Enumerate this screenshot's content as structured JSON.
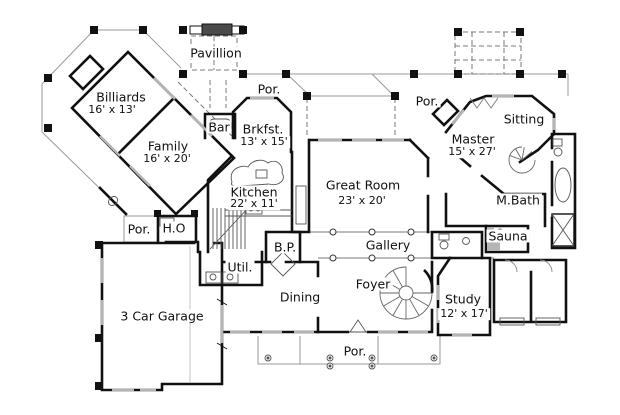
{
  "drawing": {
    "type": "residential first-floor plan",
    "colors": {
      "wall": "#111111",
      "porch_line": "#9a9a9a",
      "dashed_line": "#787878",
      "window": "#b5b5b5",
      "shade": "#b5b5b5",
      "text": "#111111",
      "background": "#ffffff"
    }
  },
  "rooms": {
    "pavillion": {
      "name": "Pavillion"
    },
    "por_top": {
      "name": "Por."
    },
    "billiards": {
      "name": "Billiards",
      "dims": "16' x 13'"
    },
    "family": {
      "name": "Family",
      "dims": "16' x 20'"
    },
    "bar": {
      "name": "Bar"
    },
    "brkfst": {
      "name": "Brkfst.",
      "dims": "13' x 15'"
    },
    "kitchen": {
      "name": "Kitchen",
      "dims": "22' x 11'"
    },
    "great_room": {
      "name": "Great Room",
      "dims": "23' x 20'"
    },
    "por_right": {
      "name": "Por."
    },
    "sitting": {
      "name": "Sitting"
    },
    "master": {
      "name": "Master",
      "dims": "15' x 27'"
    },
    "mbath": {
      "name": "M.Bath"
    },
    "por_left": {
      "name": "Por."
    },
    "ho": {
      "name": "H.O"
    },
    "bp": {
      "name": "B.P."
    },
    "util": {
      "name": "Util."
    },
    "gallery": {
      "name": "Gallery"
    },
    "sauna": {
      "name": "Sauna"
    },
    "dining": {
      "name": "Dining"
    },
    "foyer": {
      "name": "Foyer"
    },
    "study": {
      "name": "Study",
      "dims": "12' x 17'"
    },
    "garage": {
      "name": "3 Car Garage"
    },
    "por_bottom": {
      "name": "Por."
    }
  }
}
